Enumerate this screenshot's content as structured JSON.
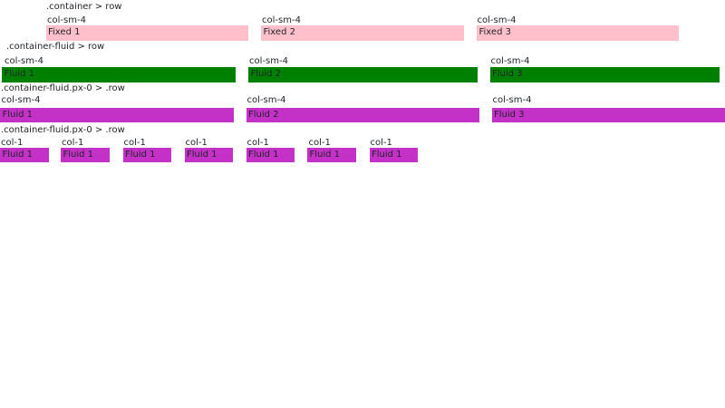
{
  "page": {
    "background": "#ffffff",
    "text_color": "#212529"
  },
  "colors": {
    "fixed_cell_bg": "#ffc0cb",
    "fluid_cell_bg": "#008000",
    "fluid_px0_cell_bg": "#c431c6"
  },
  "sections": {
    "s1": {
      "label": ".container > row",
      "columns": [
        {
          "heading": "col-sm-4",
          "cell": "Fixed 1"
        },
        {
          "heading": "col-sm-4",
          "cell": "Fixed 2"
        },
        {
          "heading": "col-sm-4",
          "cell": "Fixed 3"
        }
      ]
    },
    "s2": {
      "label": ".container-fluid > row",
      "columns": [
        {
          "heading": "col-sm-4",
          "cell": "Fluid 1"
        },
        {
          "heading": "col-sm-4",
          "cell": "Fluid 2"
        },
        {
          "heading": "col-sm-4",
          "cell": "Fluid 3"
        }
      ]
    },
    "s3": {
      "label": ".container-fluid.px-0 > .row",
      "columns": [
        {
          "heading": "col-sm-4",
          "cell": "Fluid 1"
        },
        {
          "heading": "col-sm-4",
          "cell": "Fluid 2"
        },
        {
          "heading": "col-sm-4",
          "cell": "Fluid 3"
        }
      ]
    },
    "s4": {
      "label": ".container-fluid.px-0 > .row",
      "columns": [
        {
          "heading": "col-1",
          "cell": "Fluid 1"
        },
        {
          "heading": "col-1",
          "cell": "Fluid 1"
        },
        {
          "heading": "col-1",
          "cell": "Fluid 1"
        },
        {
          "heading": "col-1",
          "cell": "Fluid 1"
        },
        {
          "heading": "col-1",
          "cell": "Fluid 1"
        },
        {
          "heading": "col-1",
          "cell": "Fluid 1"
        },
        {
          "heading": "col-1",
          "cell": "Fluid 1"
        }
      ]
    }
  }
}
